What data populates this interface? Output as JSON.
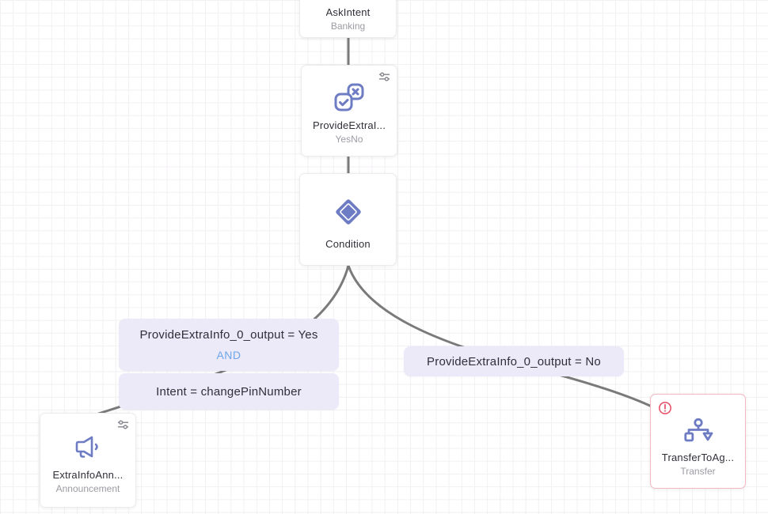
{
  "app": {
    "name": "conversation-flow-builder"
  },
  "palette": {
    "accent": "#6E7CC4",
    "edge": "#7A7A7A",
    "label_bg": "#ECEAF9",
    "and_color": "#6CA6EC",
    "error": "#E8556B",
    "error_border": "#F3B7C0",
    "title_color": "#2F2F38",
    "subtitle_color": "#9B9BA3",
    "grid_line": "#F2F0F2"
  },
  "nodes": {
    "ask_intent": {
      "title": "AskIntent",
      "subtitle": "Banking"
    },
    "provide_extra_info": {
      "title": "ProvideExtraI...",
      "subtitle": "YesNo",
      "icon": "yesno-check-cross-icon",
      "settings_icon": "sliders-icon"
    },
    "condition": {
      "title": "Condition",
      "icon": "condition-diamond-icon"
    },
    "extra_info_announcement": {
      "title": "ExtraInfoAnn...",
      "subtitle": "Announcement",
      "icon": "megaphone-icon",
      "settings_icon": "sliders-icon"
    },
    "transfer_to_agent": {
      "title": "TransferToAg...",
      "subtitle": "Transfer",
      "icon": "transfer-org-flow-icon",
      "warning_icon": "error-exclamation-icon"
    }
  },
  "branch_labels": {
    "yes": {
      "expression1": "ProvideExtraInfo_0_output = Yes",
      "operator": "AND",
      "expression2": "Intent = changePinNumber"
    },
    "no": {
      "expression": "ProvideExtraInfo_0_output = No"
    }
  }
}
